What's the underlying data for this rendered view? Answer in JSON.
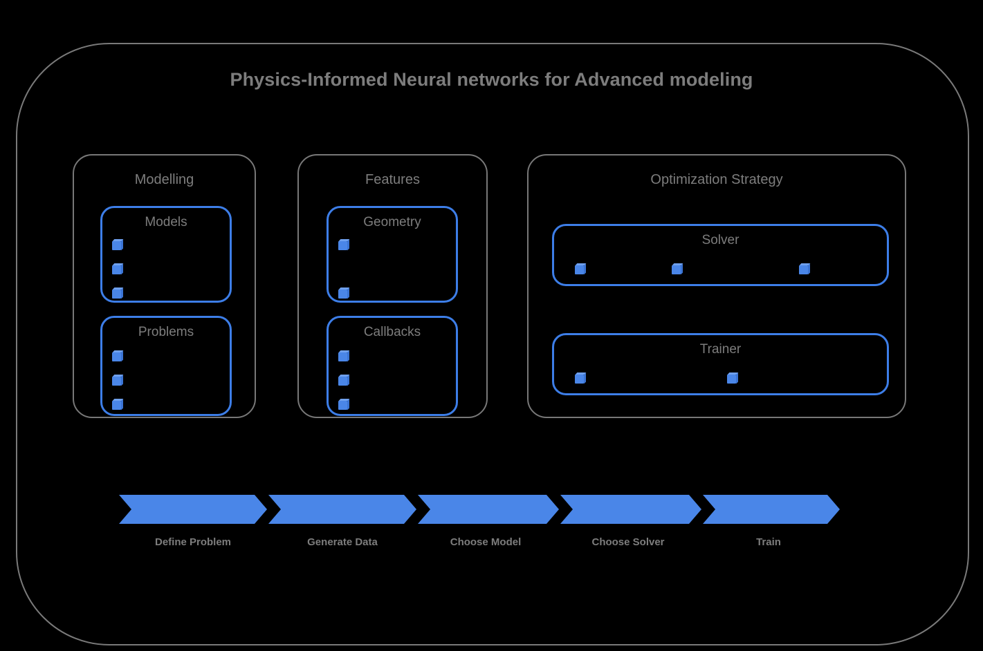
{
  "diagram": {
    "title": "Physics-Informed Neural networks for Advanced modeling",
    "colors": {
      "background": "#000000",
      "frame_border": "#7a7a7a",
      "text": "#7d7d7d",
      "accent_blue": "#4a86e8",
      "blue_border": "#3d7ee8"
    }
  },
  "groups": [
    {
      "name": "modelling",
      "title": "Modelling",
      "boxes": [
        {
          "name": "models",
          "title": "Models",
          "cube_count": 3
        },
        {
          "name": "problems",
          "title": "Problems",
          "cube_count": 3
        }
      ]
    },
    {
      "name": "features",
      "title": "Features",
      "boxes": [
        {
          "name": "geometry",
          "title": "Geometry",
          "cube_count": 2
        },
        {
          "name": "callbacks",
          "title": "Callbacks",
          "cube_count": 3
        }
      ]
    },
    {
      "name": "optimization-strategy",
      "title": "Optimization Strategy",
      "boxes": [
        {
          "name": "solver",
          "title": "Solver",
          "cube_count": 3
        },
        {
          "name": "trainer",
          "title": "Trainer",
          "cube_count": 2
        }
      ]
    }
  ],
  "pipeline": {
    "steps": [
      {
        "label": "Define Problem"
      },
      {
        "label": "Generate Data"
      },
      {
        "label": "Choose Model"
      },
      {
        "label": "Choose Solver"
      },
      {
        "label": "Train"
      }
    ]
  },
  "icons": {
    "cube": "cube-icon"
  }
}
